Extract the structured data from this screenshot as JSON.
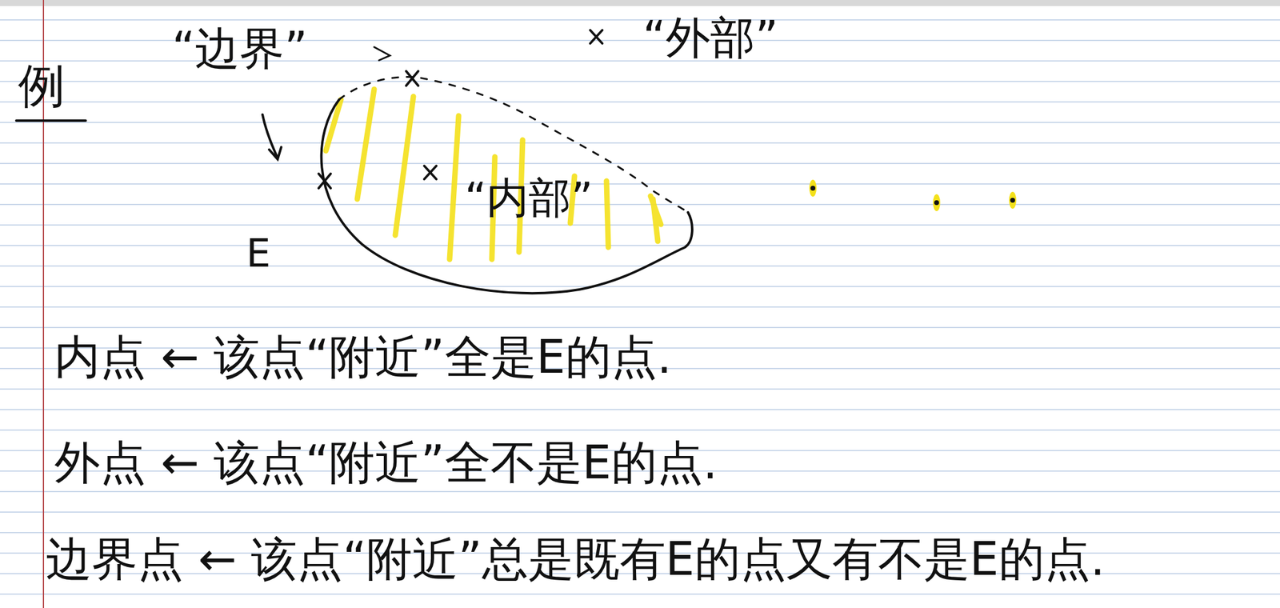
{
  "diagram": {
    "title": "例",
    "labels": [
      "“边界”",
      "“外部”",
      "“内部”",
      "E",
      "内点 ← 该点“附近”全是E的点.",
      "外点 ← 该点“附近”全不是E的点.",
      "边界点 ← 该点“附近”总是既有E的点又有不是E的点."
    ]
  }
}
